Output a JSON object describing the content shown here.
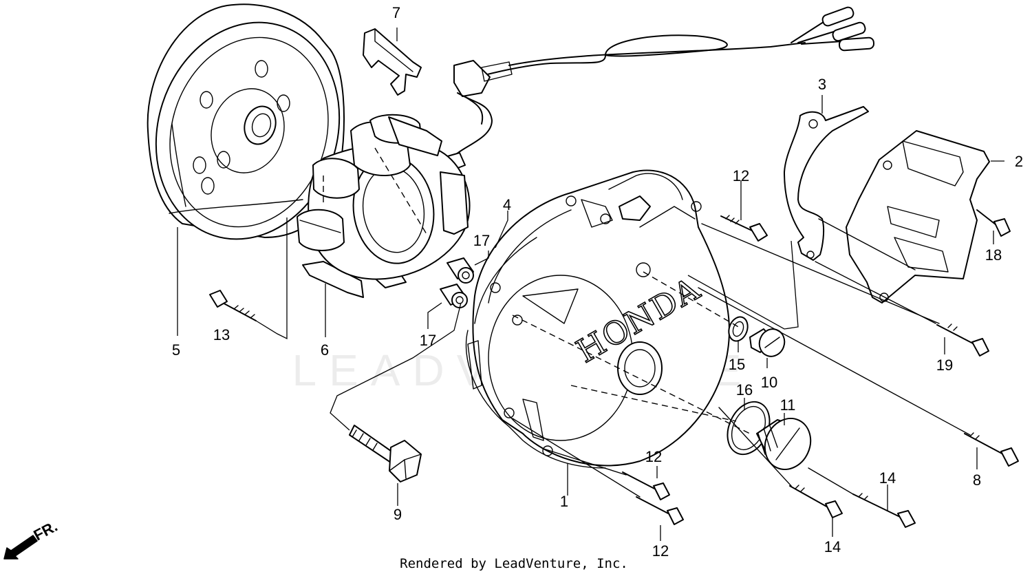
{
  "watermark": "LEADVENTURE",
  "footer": "Rendered by LeadVenture, Inc.",
  "direction_label": "FR.",
  "brand_mark": "HONDA",
  "callouts": [
    "1",
    "2",
    "3",
    "4",
    "5",
    "6",
    "7",
    "8",
    "9",
    "10",
    "11",
    "12",
    "12",
    "12",
    "13",
    "14",
    "14",
    "15",
    "16",
    "17",
    "17",
    "18",
    "19"
  ]
}
